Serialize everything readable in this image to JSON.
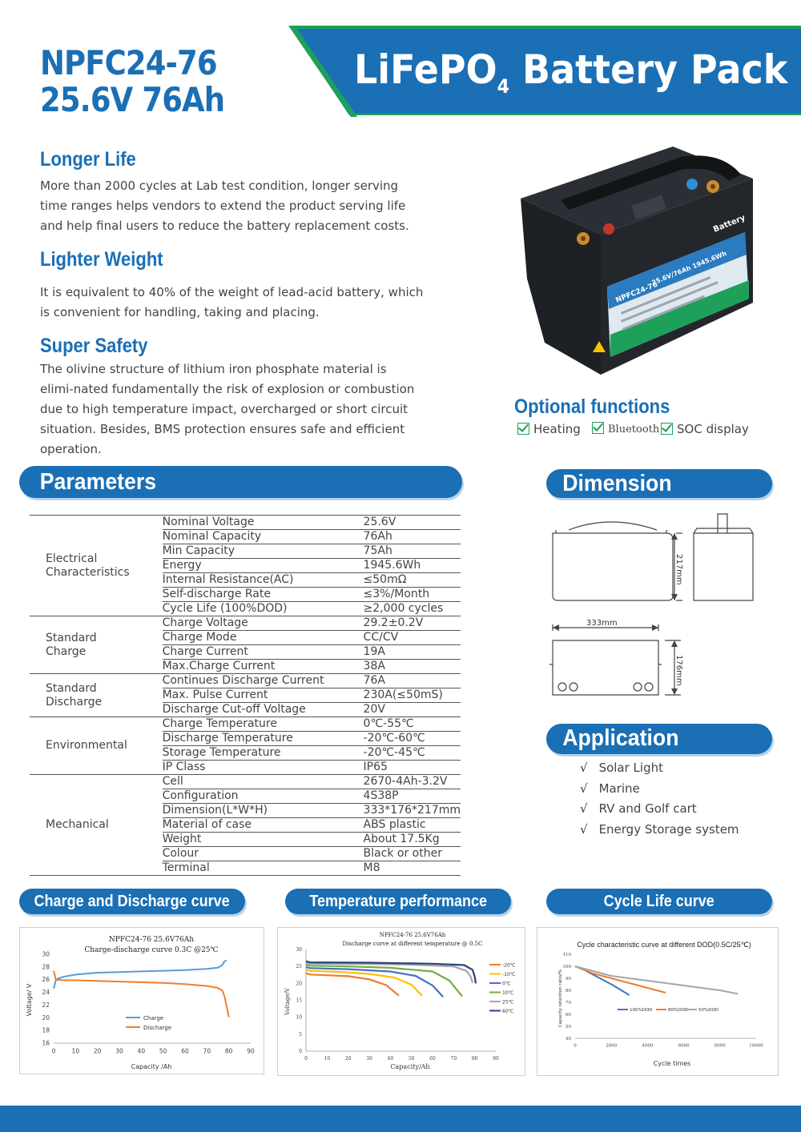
{
  "header": {
    "model": "NPFC24-76",
    "spec": "25.6V 76Ah",
    "title_main": "LiFePO",
    "title_sub": "4",
    "title_rest": " Battery Pack"
  },
  "features": [
    {
      "title": "Longer Life",
      "text": "More than 2000 cycles at Lab test condition, longer serving time ranges helps vendors to extend the product serving life and help final users to reduce the battery replacement costs."
    },
    {
      "title": "Lighter Weight",
      "text": "It is equivalent to 40% of the weight of lead-acid battery, which is convenient for handling, taking and placing."
    },
    {
      "title": "Super Safety",
      "text": "The olivine structure of lithium iron phosphate material is elimi-nated fundamentally the risk of explosion or combustion due to high temperature impact, overcharged or short circuit situation. Besides, BMS protection ensures safe and efficient operation."
    }
  ],
  "battery_label": {
    "brand": "Battery",
    "model_line": "NPFC24-76",
    "spec_line": "25.6V/76Ah 1945.6Wh"
  },
  "optional": {
    "title": "Optional functions",
    "items": [
      "Heating",
      "Bluetooth",
      "SOC display"
    ]
  },
  "sections": {
    "parameters": "Parameters",
    "dimension": "Dimension",
    "application": "Application",
    "charge_curve": "Charge and Discharge curve",
    "temp_perf": "Temperature performance",
    "cycle_life": "Cycle Life curve"
  },
  "parameters": [
    {
      "category": "Electrical\nCharacteristics",
      "rows": [
        [
          "Nominal Voltage",
          "25.6V"
        ],
        [
          "Nominal Capacity",
          "76Ah"
        ],
        [
          "Min Capacity",
          "75Ah"
        ],
        [
          "Energy",
          "1945.6Wh"
        ],
        [
          "Internal Resistance(AC)",
          "≤50mΩ"
        ],
        [
          "Self-discharge Rate",
          "≤3%/Month"
        ],
        [
          "Cycle Life (100%DOD)",
          "≥2,000 cycles"
        ]
      ]
    },
    {
      "category": "Standard\nCharge",
      "rows": [
        [
          "Charge Voltage",
          "29.2±0.2V"
        ],
        [
          "Charge Mode",
          "CC/CV"
        ],
        [
          "Charge Current",
          "19A"
        ],
        [
          "Max.Charge Current",
          "38A"
        ]
      ]
    },
    {
      "category": "Standard\nDischarge",
      "rows": [
        [
          "Continues Discharge Current",
          "76A"
        ],
        [
          "Max. Pulse Current",
          "230A(≤50mS)"
        ],
        [
          "Discharge Cut-off Voltage",
          "20V"
        ]
      ]
    },
    {
      "category": "Environmental",
      "rows": [
        [
          "Charge Temperature",
          "0℃-55℃"
        ],
        [
          "Discharge Temperature",
          "-20℃-60℃"
        ],
        [
          "Storage Temperature",
          "-20℃-45℃"
        ],
        [
          "IP Class",
          "IP65"
        ]
      ]
    },
    {
      "category": "Mechanical",
      "rows": [
        [
          "Cell",
          "2670-4Ah-3.2V"
        ],
        [
          "Configuration",
          "4S38P"
        ],
        [
          "Dimension(L*W*H)",
          "333*176*217mm"
        ],
        [
          "Material of case",
          "ABS plastic"
        ],
        [
          "Weight",
          "About 17.5Kg"
        ],
        [
          "Colour",
          "Black or other"
        ],
        [
          "Terminal",
          "M8"
        ]
      ]
    }
  ],
  "dimension": {
    "height": "217mm",
    "length": "333mm",
    "width": "176mm"
  },
  "application": [
    "Solar  Light",
    "Marine",
    "RV  and  Golf cart",
    "Energy Storage system"
  ],
  "charts": {
    "charge": {
      "title1": "NPFC24-76  25.6V76Ah",
      "title2": "Charge-discharge curve   0.3C @25℃",
      "ylabel": "Voltage/ V",
      "xlabel": "Capacity /Ah",
      "legend": [
        "Charge",
        "Discharge"
      ]
    },
    "temp": {
      "title1": "NPFC24-76 25.6V76Ah",
      "title2": "Discharge curve at different temperature @ 0.5C",
      "ylabel": "Voltage/V",
      "xlabel": "Capacity/Ah",
      "legend": [
        "-20℃",
        "-10℃",
        "0℃",
        "10℃",
        "25℃",
        "60℃"
      ]
    },
    "cycle": {
      "title": "Cycle characteristic curve at different DOD(0.5C/25℃)",
      "ylabel": "Capacity retention ratio/%",
      "xlabel": "Cycle times",
      "legend": [
        "100%DOD",
        "80%DOD",
        "50%DOD"
      ]
    }
  },
  "chart_data": [
    {
      "type": "line",
      "x": [
        0,
        1,
        2,
        5,
        10,
        20,
        30,
        40,
        50,
        60,
        70,
        75,
        77,
        79,
        80
      ],
      "series": [
        {
          "name": "Charge",
          "color": "#5b9bd5",
          "x": [
            0,
            1,
            2,
            5,
            10,
            20,
            30,
            40,
            50,
            60,
            70,
            75,
            77,
            78,
            79
          ],
          "values": [
            24.6,
            25.9,
            26.2,
            26.5,
            26.8,
            27.1,
            27.2,
            27.3,
            27.4,
            27.5,
            27.7,
            27.9,
            28.3,
            28.9,
            29.0
          ]
        },
        {
          "name": "Discharge",
          "color": "#ed7d31",
          "x": [
            0,
            1,
            5,
            10,
            20,
            30,
            40,
            50,
            60,
            70,
            75,
            77,
            78,
            79,
            80
          ],
          "values": [
            27.4,
            26.0,
            25.9,
            25.9,
            25.8,
            25.7,
            25.6,
            25.5,
            25.3,
            25.0,
            24.7,
            24.3,
            23.4,
            21.8,
            20.1
          ]
        }
      ],
      "xlim": [
        0,
        90
      ],
      "ylim": [
        16,
        30
      ],
      "xticks": [
        0,
        10,
        20,
        30,
        40,
        50,
        60,
        70,
        80,
        90
      ],
      "yticks": [
        16,
        18,
        20,
        22,
        24,
        26,
        28,
        30
      ]
    },
    {
      "type": "line",
      "xlim": [
        0,
        90
      ],
      "ylim": [
        0,
        30
      ],
      "xticks": [
        0,
        10,
        20,
        30,
        40,
        50,
        60,
        70,
        80,
        90
      ],
      "yticks": [
        0,
        5,
        10,
        15,
        20,
        25,
        30
      ],
      "series": [
        {
          "name": "-20℃",
          "color": "#ed7d31",
          "x": [
            0,
            2,
            10,
            20,
            30,
            38,
            44
          ],
          "values": [
            23.0,
            22.6,
            22.4,
            22.1,
            21.2,
            19.5,
            16.4
          ]
        },
        {
          "name": "-10℃",
          "color": "#ffc000",
          "x": [
            0,
            2,
            15,
            30,
            42,
            50,
            55
          ],
          "values": [
            24.0,
            23.7,
            23.4,
            22.8,
            21.7,
            19.6,
            16.4
          ]
        },
        {
          "name": "0℃",
          "color": "#4472c4",
          "x": [
            0,
            2,
            20,
            40,
            52,
            60,
            65
          ],
          "values": [
            24.8,
            24.5,
            24.2,
            23.5,
            22.2,
            19.4,
            16.0
          ]
        },
        {
          "name": "10℃",
          "color": "#70ad47",
          "x": [
            0,
            2,
            20,
            40,
            60,
            68,
            74
          ],
          "values": [
            25.5,
            25.2,
            25.0,
            24.6,
            23.5,
            20.8,
            16.2
          ]
        },
        {
          "name": "25℃",
          "color": "#a5a5a5",
          "x": [
            0,
            2,
            30,
            50,
            70,
            76,
            78,
            79
          ],
          "values": [
            26.0,
            25.8,
            25.7,
            25.5,
            25.0,
            23.7,
            22.1,
            20.2
          ]
        },
        {
          "name": "60℃",
          "color": "#264478",
          "x": [
            0,
            2,
            30,
            60,
            75,
            79,
            80,
            80.5
          ],
          "values": [
            26.5,
            26.2,
            26.1,
            25.8,
            25.4,
            24.0,
            22.0,
            20.0
          ]
        }
      ]
    },
    {
      "type": "line",
      "xlim": [
        0,
        10000
      ],
      "ylim": [
        40,
        110
      ],
      "xticks": [
        0,
        2000,
        4000,
        6000,
        8000,
        10000
      ],
      "yticks": [
        40,
        50,
        60,
        70,
        80,
        90,
        100,
        110
      ],
      "series": [
        {
          "name": "100%DOD",
          "color": "#4472c4",
          "x": [
            0,
            500,
            1000,
            2000,
            3000
          ],
          "values": [
            100,
            97,
            93,
            85,
            76
          ]
        },
        {
          "name": "80%DOD",
          "color": "#ed7d31",
          "x": [
            0,
            1000,
            2000,
            3000,
            4000,
            5000
          ],
          "values": [
            100,
            94,
            90,
            86,
            82,
            78
          ]
        },
        {
          "name": "50%DOD",
          "color": "#a5a5a5",
          "x": [
            0,
            2000,
            4000,
            6000,
            8000,
            9000
          ],
          "values": [
            100,
            92,
            88,
            84,
            80,
            77
          ]
        }
      ]
    }
  ]
}
